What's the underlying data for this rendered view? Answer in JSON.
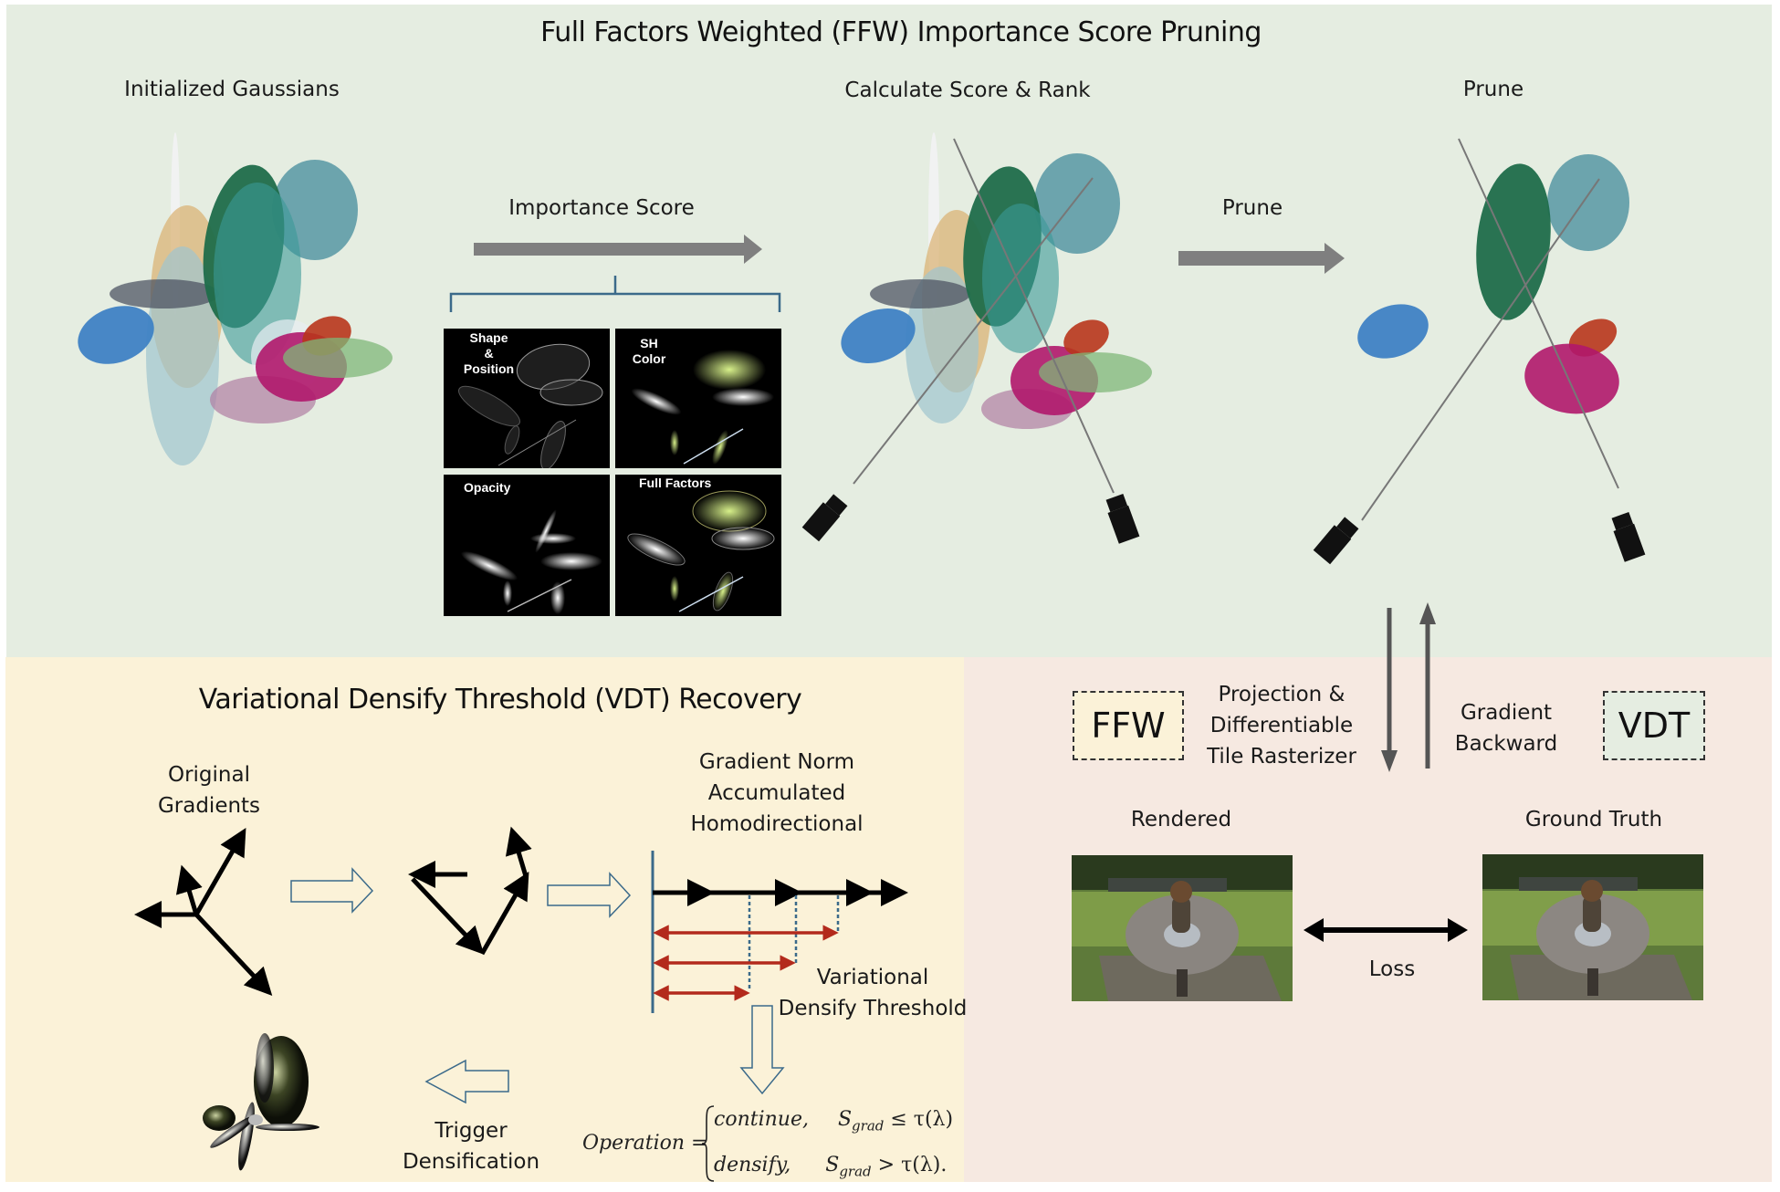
{
  "top_section": {
    "title": "Full Factors Weighted (FFW) Importance Score Pruning",
    "stage_labels": {
      "initialized": "Initialized Gaussians",
      "calculate": "Calculate Score & Rank",
      "prune": "Prune"
    },
    "arrow_labels": {
      "importance_score": "Importance Score",
      "prune": "Prune"
    },
    "factor_thumbnails": [
      {
        "label": "Shape\n&\nPosition"
      },
      {
        "label": "SH\nColor"
      },
      {
        "label": "Opacity"
      },
      {
        "label": "Full Factors"
      }
    ]
  },
  "vdt_section": {
    "title": "Variational Densify Threshold (VDT) Recovery",
    "original_gradients_label": "Original\nGradients",
    "accumulated_label": "Gradient Norm\nAccumulated\nHomodirectional",
    "variational_label": "Variational\nDensify Threshold",
    "trigger_label": "Trigger\nDensification",
    "formula": {
      "lhs": "Operation =",
      "case1_op": "continue,",
      "case1_cond": "S",
      "case1_sub": "grad",
      "case1_rel": "≤ τ(λ)",
      "case2_op": "densify,",
      "case2_cond": "S",
      "case2_sub": "grad",
      "case2_rel": "> τ(λ)."
    }
  },
  "loop_section": {
    "ffw_box": "FFW",
    "vdt_box": "VDT",
    "forward_label": "Projection &\nDifferentiable\nTile Rasterizer",
    "backward_label": "Gradient\nBackward",
    "rendered_label": "Rendered",
    "ground_truth_label": "Ground Truth",
    "loss_label": "Loss"
  },
  "colors": {
    "top_bg": "#e5ede1",
    "vdt_bg": "#fbf2d8",
    "loop_bg": "#f6e9e1",
    "arrow_gray": "#7f7f7f",
    "bracket_blue": "#3b6a8a",
    "threshold_red": "#b32a1c",
    "outline_arrow": "#3b6a8a"
  }
}
